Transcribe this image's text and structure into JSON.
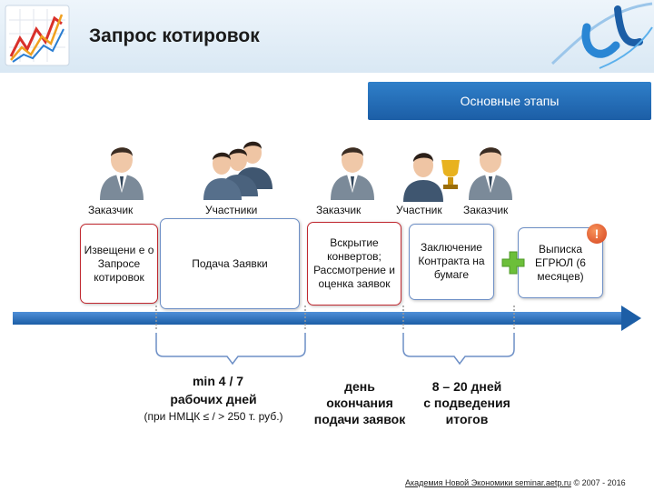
{
  "header": {
    "title": "Запрос котировок"
  },
  "stages_button": "Основные этапы",
  "roles": {
    "customer_1": "Заказчик",
    "participants": "Участники",
    "customer_2": "Заказчик",
    "participant": "Участник",
    "customer_3": "Заказчик"
  },
  "boxes": {
    "notice": "Извещени е о Запросе котировок",
    "submit": "Подача Заявки",
    "opening": "Вскрытие конвертов; Рассмотрение и оценка заявок",
    "contract": "Заключение Контракта на бумаге",
    "extract": "Выписка ЕГРЮЛ (6 месяцев)"
  },
  "badges": {
    "warning": "!",
    "plus": "+"
  },
  "timeline_labels": {
    "min_days": "min 4 / 7",
    "work_days": "рабочих дней",
    "nmck": "(при НМЦК ≤ / > 250 т. руб.)",
    "day": "день",
    "end": "окончания",
    "apply": "подачи заявок",
    "range": "8 – 20 дней",
    "from": "с подведения",
    "results": "итогов"
  },
  "footer": {
    "org": "Академия Новой Экономики seminar.aetp.ru",
    "copyright": "© 2007 - 2016"
  },
  "colors": {
    "accent_blue": "#1c5ea6",
    "red_border": "#c0282f",
    "green_plus": "#6cbf3a",
    "warning_orange": "#e2552a"
  }
}
